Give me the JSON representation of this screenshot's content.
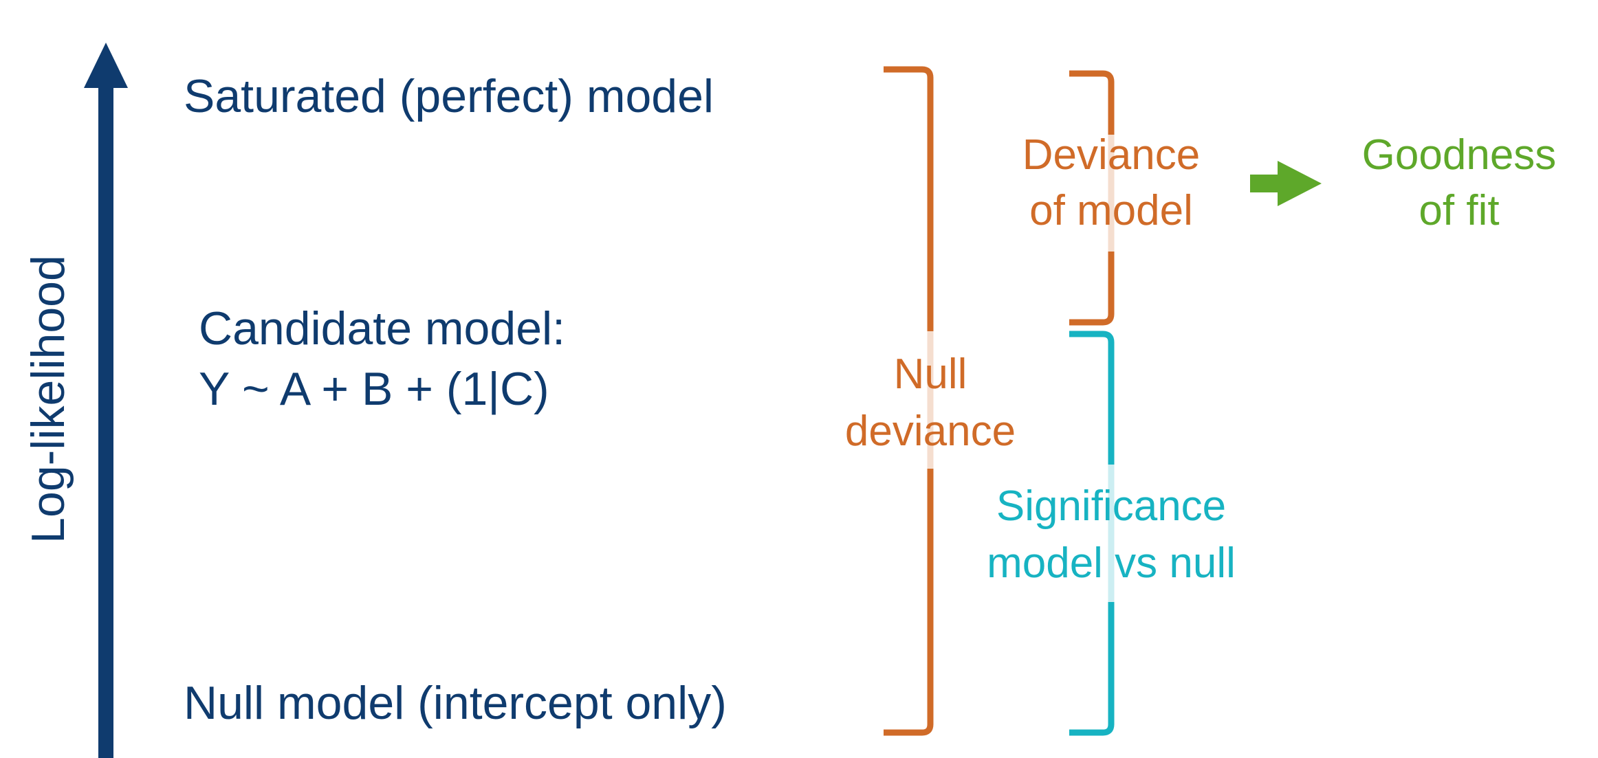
{
  "axis": {
    "label": "Log-likelihood",
    "color": "#0f3b6e"
  },
  "levels": {
    "saturated": "Saturated (perfect) model",
    "candidate_line1": "Candidate model:",
    "candidate_line2": "Y ~ A + B + (1|C)",
    "null": "Null model (intercept only)"
  },
  "brackets": {
    "null_deviance": {
      "line1": "Null",
      "line2": "deviance",
      "color": "#d06b28"
    },
    "model_deviance": {
      "line1": "Deviance",
      "line2": "of model",
      "color": "#d06b28"
    },
    "significance": {
      "line1": "Significance",
      "line2": "model vs null",
      "color": "#17b3c2"
    }
  },
  "result": {
    "line1": "Goodness",
    "line2": "of fit",
    "arrow_color": "#5ea82a"
  }
}
